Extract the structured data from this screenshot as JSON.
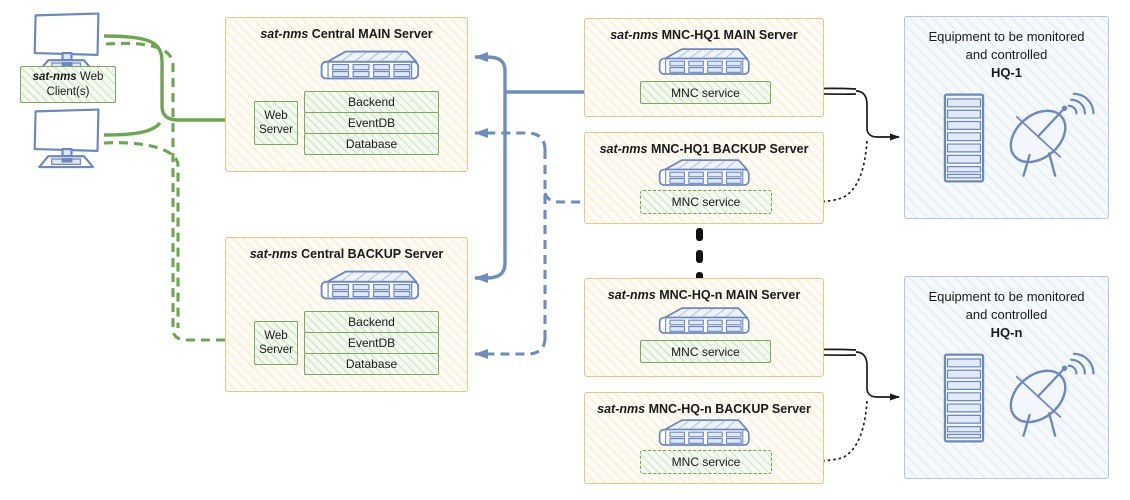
{
  "colors": {
    "green": "#6aa84f",
    "blue": "#6c8ebf",
    "black": "#1a1a1a",
    "yellow_border": "#e2c987",
    "equipment_border": "#b3c6e3"
  },
  "icons": {
    "client": "desktop-monitor-icon",
    "server": "rack-server-icon",
    "equipment_rack": "equipment-rack-icon",
    "antenna": "satellite-dish-icon"
  },
  "web_clients": {
    "brand": "sat-nms",
    "label": "Web Client(s)"
  },
  "servers": {
    "central_main": {
      "brand": "sat-nms",
      "title": "Central MAIN Server",
      "web_server": "Web Server",
      "services": [
        "Backend",
        "EventDB",
        "Database"
      ]
    },
    "central_backup": {
      "brand": "sat-nms",
      "title": "Central BACKUP Server",
      "web_server": "Web Server",
      "services": [
        "Backend",
        "EventDB",
        "Database"
      ]
    },
    "mnc_hq1_main": {
      "brand": "sat-nms",
      "title": "MNC-HQ1 MAIN Server",
      "service": "MNC service"
    },
    "mnc_hq1_backup": {
      "brand": "sat-nms",
      "title": "MNC-HQ1 BACKUP Server",
      "service": "MNC service"
    },
    "mnc_hqn_main": {
      "brand": "sat-nms",
      "title": "MNC-HQ-n MAIN Server",
      "service": "MNC service"
    },
    "mnc_hqn_backup": {
      "brand": "sat-nms",
      "title": "MNC-HQ-n BACKUP Server",
      "service": "MNC service"
    }
  },
  "equipment": {
    "hq1": {
      "line1": "Equipment to be monitored",
      "line2": "and controlled",
      "name": "HQ-1"
    },
    "hqn": {
      "line1": "Equipment to be monitored",
      "line2": "and controlled",
      "name": "HQ-n"
    }
  }
}
